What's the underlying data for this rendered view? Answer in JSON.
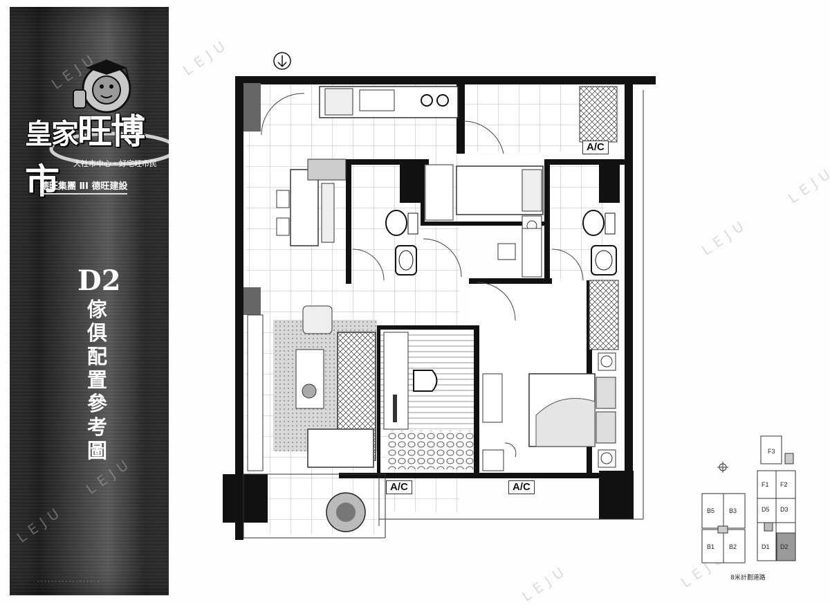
{
  "banner": {
    "brand": {
      "part1": "皇家",
      "part2": "旺博市"
    },
    "tagline": "大社市中心・好宅旺市民",
    "developer": "德旺集團 ⅡⅠ 德旺建設",
    "unit_code": "D2",
    "unit_desc": "傢俱配置參考圖"
  },
  "plan": {
    "ac_labels": [
      "A/C",
      "A/C",
      "A/C"
    ],
    "compass_icon": "down-arrow-circle-icon"
  },
  "key_plan": {
    "units": [
      "F3",
      "F1",
      "F2",
      "D5",
      "D3",
      "D1",
      "D2",
      "B5",
      "B3",
      "B1",
      "B2"
    ],
    "highlight": "D2",
    "road": "8米計劃道路"
  },
  "watermark": "LEJU",
  "colors": {
    "banner": "#2e2e2e",
    "wall": "#111111",
    "floor_line": "#9a9a9a"
  }
}
